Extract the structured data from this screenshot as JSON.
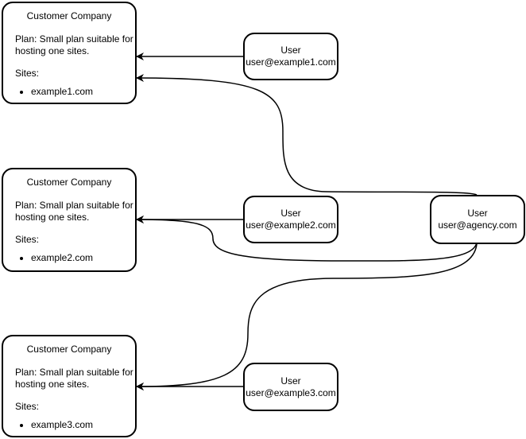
{
  "companies": [
    {
      "title": "Customer Company",
      "plan": "Plan: Small plan suitable for hosting one sites.",
      "sites_label": "Sites:",
      "sites": [
        "example1.com"
      ]
    },
    {
      "title": "Customer Company",
      "plan": "Plan: Small plan suitable for hosting one sites.",
      "sites_label": "Sites:",
      "sites": [
        "example2.com"
      ]
    },
    {
      "title": "Customer Company",
      "plan": "Plan: Small plan suitable for hosting one sites.",
      "sites_label": "Sites:",
      "sites": [
        "example3.com"
      ]
    }
  ],
  "users": [
    {
      "role": "User",
      "email": "user@example1.com"
    },
    {
      "role": "User",
      "email": "user@example2.com"
    },
    {
      "role": "User",
      "email": "user@example3.com"
    },
    {
      "role": "User",
      "email": "user@agency.com"
    }
  ],
  "colors": {
    "stroke": "#000000",
    "background": "#ffffff"
  }
}
